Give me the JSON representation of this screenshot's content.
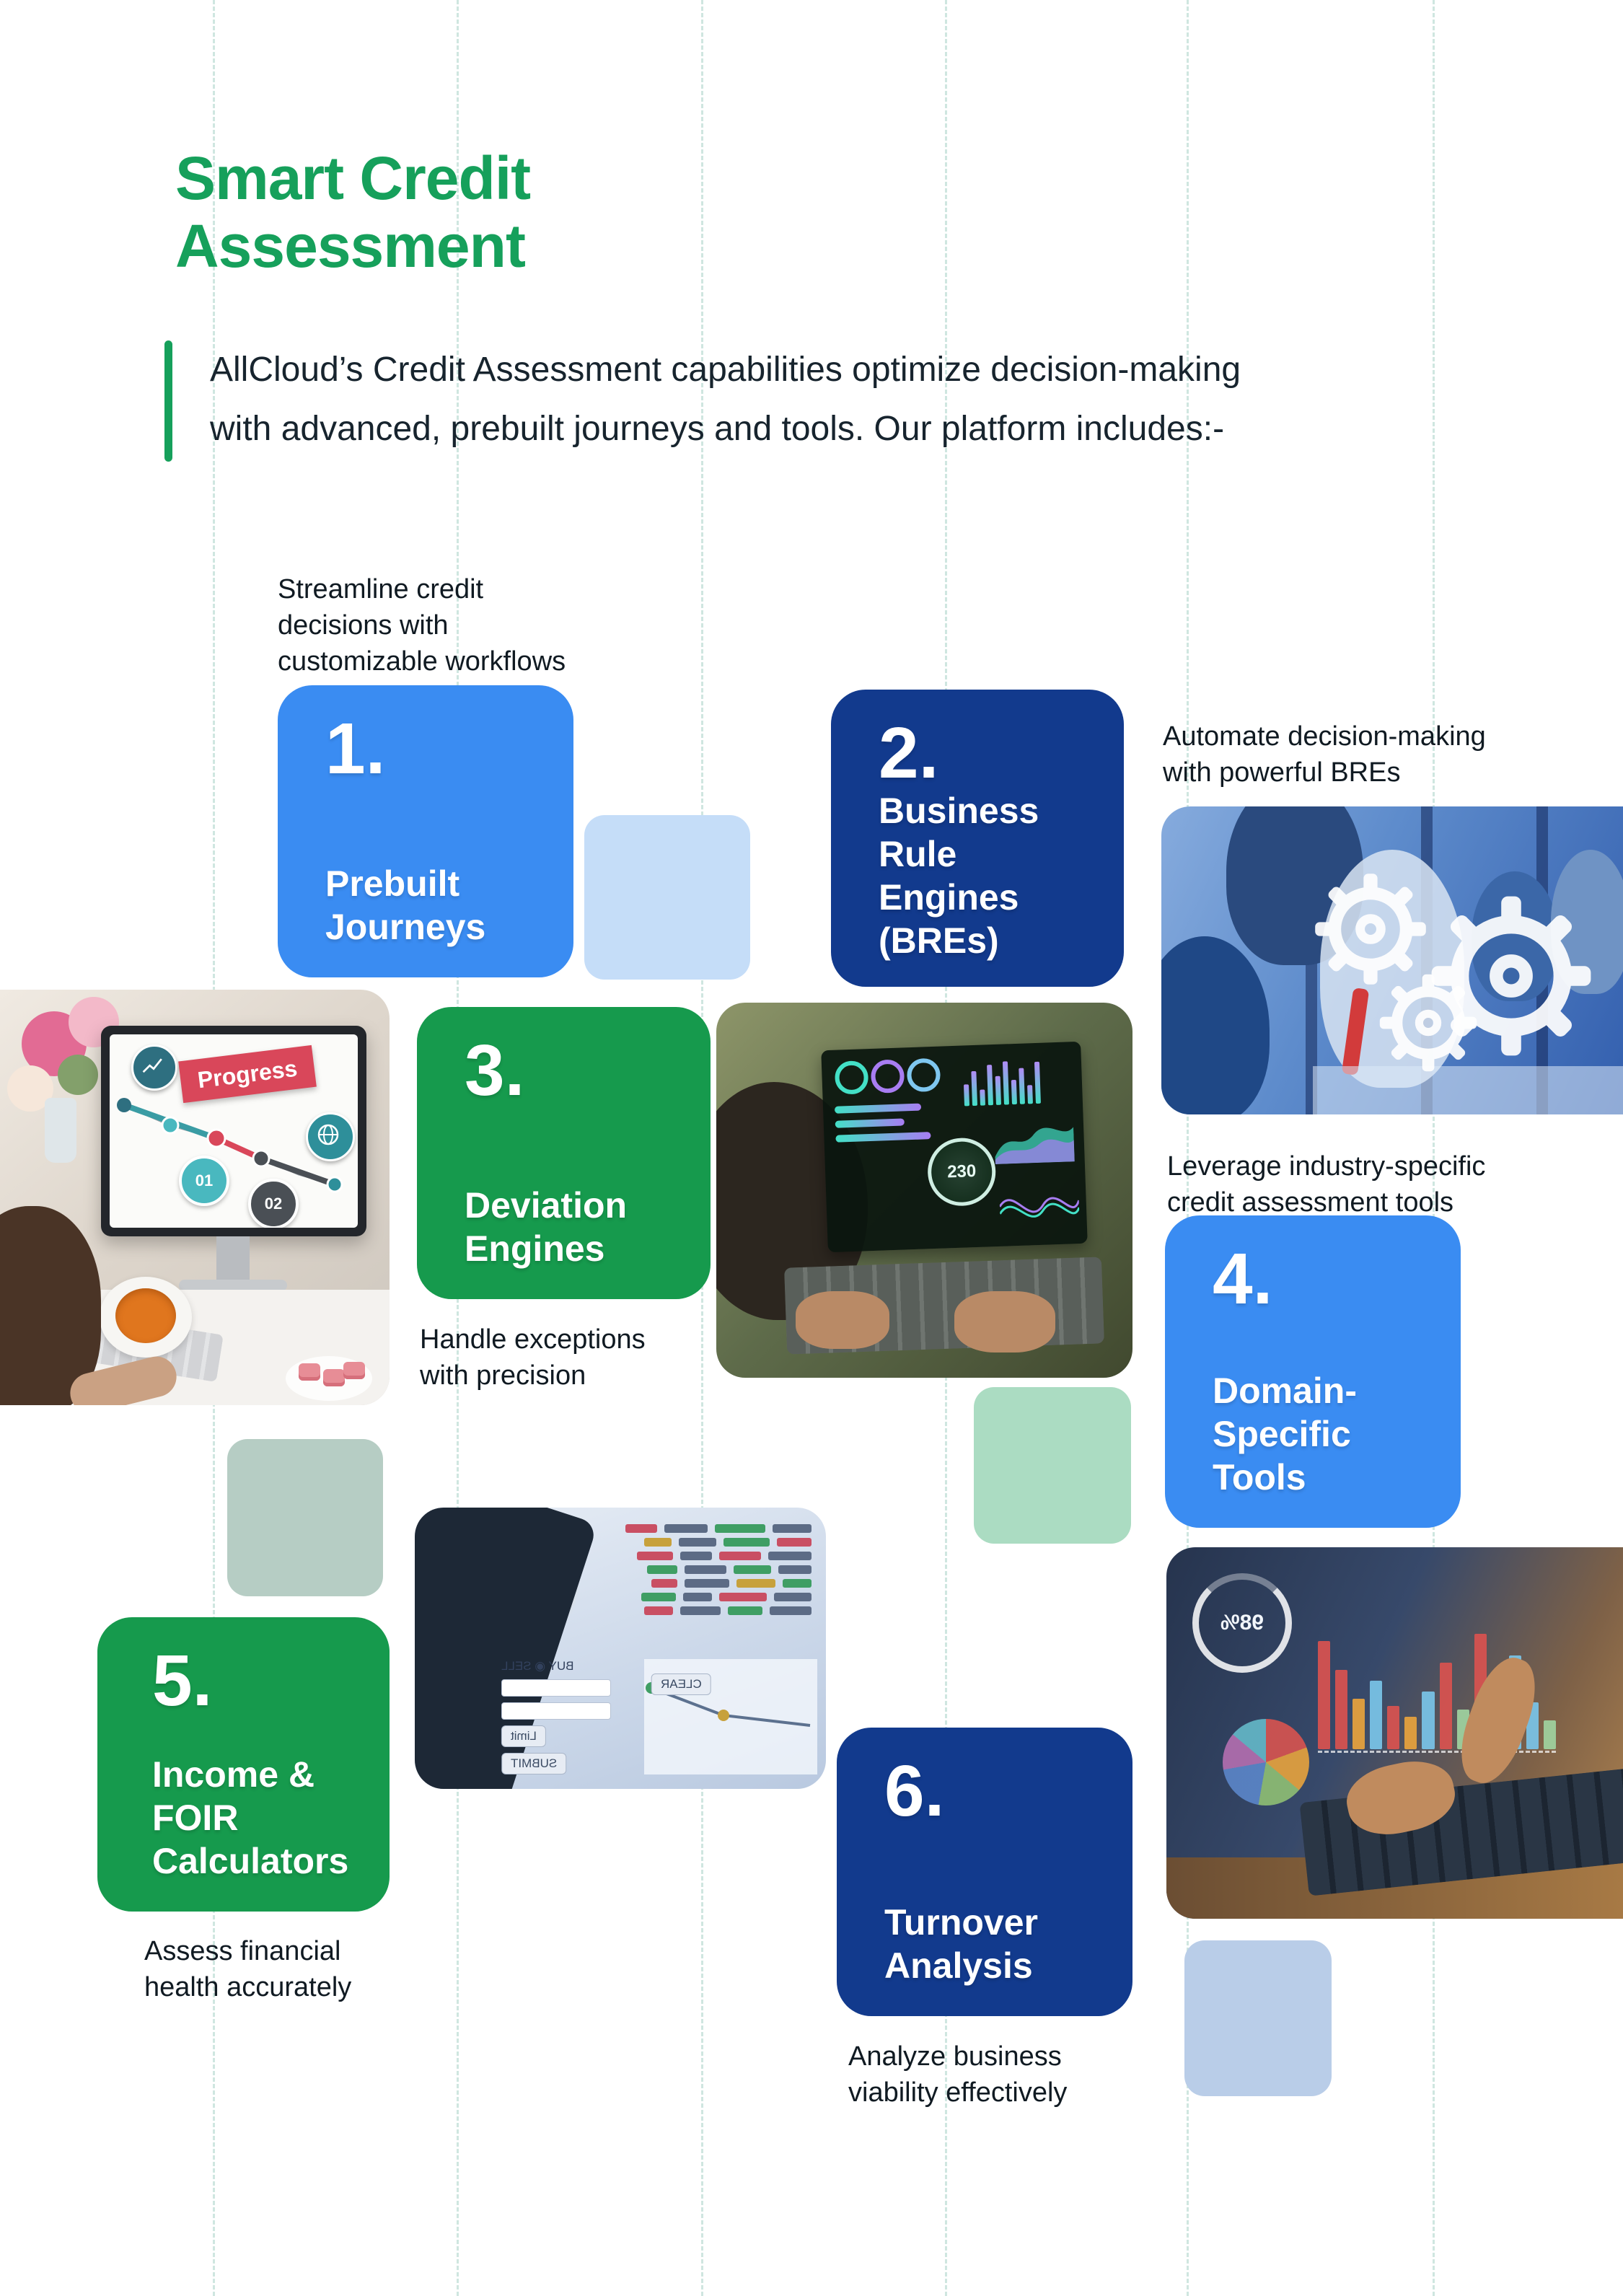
{
  "title": {
    "text": "Smart Credit\nAssessment",
    "color": "#16a05b"
  },
  "intro": {
    "text": "AllCloud’s Credit Assessment capabilities optimize decision-making\nwith advanced, prebuilt journeys and tools. Our platform includes:-",
    "accent_bar_color": "#16a05b"
  },
  "cards": [
    {
      "number": "1.",
      "title": "Prebuilt\nJourneys",
      "caption": "Streamline credit\ndecisions with\ncustomizable workflows",
      "color": "#3a8cf2"
    },
    {
      "number": "2.",
      "title": "Business\nRule Engines\n(BREs)",
      "caption": "Automate decision-making\nwith powerful BREs",
      "color": "#123a8d"
    },
    {
      "number": "3.",
      "title": "Deviation\nEngines",
      "caption": "Handle exceptions\nwith precision",
      "color": "#169a4d"
    },
    {
      "number": "4.",
      "title": "Domain-\nSpecific\nTools",
      "caption": "Leverage industry-specific\ncredit assessment tools",
      "color": "#3a8cf2"
    },
    {
      "number": "5.",
      "title": "Income &\nFOIR\nCalculators",
      "caption": "Assess financial\nhealth accurately",
      "color": "#169a4d"
    },
    {
      "number": "6.",
      "title": "Turnover\nAnalysis",
      "caption": "Analyze business\nviability effectively",
      "color": "#123a8d"
    }
  ],
  "decor": {
    "grid_line_color": "#cfe6e0",
    "square_light_blue": "#c5ddf8",
    "square_sage": "#b6cdc4",
    "square_mint": "#abdcc2",
    "square_periwinkle": "#b9cde8"
  },
  "photos": {
    "desk_progress": {
      "label": "Progress",
      "milestones": [
        "01",
        "02"
      ]
    },
    "team_meeting": {
      "description": ""
    },
    "laptop_dashboard": {
      "gauge_value": "230"
    },
    "trading_terminal": {
      "mirrored_labels": {
        "buy": "BUY",
        "sell": "SELL",
        "submit": "SUBMIT",
        "clear": "CLEAR",
        "limit": "Limit"
      }
    },
    "analytics_hands": {
      "gauge_value": "98%"
    }
  }
}
